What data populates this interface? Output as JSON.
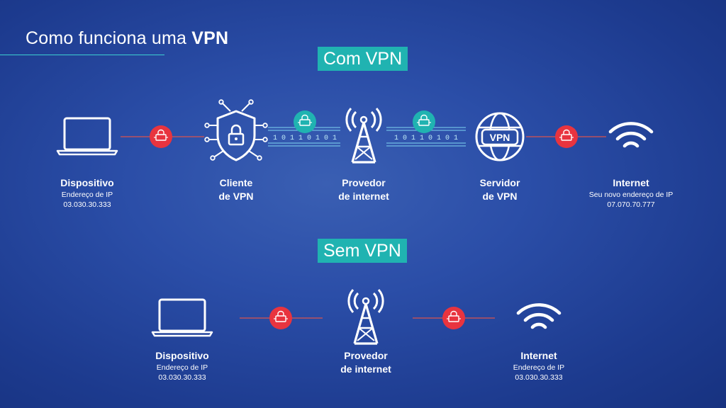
{
  "title": {
    "prefix": "Como funciona uma ",
    "bold": "VPN"
  },
  "with_vpn": {
    "badge": "Com VPN",
    "device": {
      "name": "Dispositivo",
      "sub1": "Endereço de IP",
      "sub2": "03.030.30.333"
    },
    "client": {
      "name1": "Cliente",
      "name2": "de VPN"
    },
    "isp": {
      "name1": "Provedor",
      "name2": "de internet"
    },
    "server": {
      "name1": "Servidor",
      "name2": "de VPN",
      "icon_text": "VPN"
    },
    "internet": {
      "name": "Internet",
      "sub1": "Seu novo endereço de IP",
      "sub2": "07.070.70.777"
    },
    "tunnel_bits": "1 0 1 1 0 1 0 1"
  },
  "without_vpn": {
    "badge": "Sem VPN",
    "device": {
      "name": "Dispositivo",
      "sub1": "Endereço de IP",
      "sub2": "03.030.30.333"
    },
    "isp": {
      "name1": "Provedor",
      "name2": "de internet"
    },
    "internet": {
      "name": "Internet",
      "sub1": "Endereço de IP",
      "sub2": "03.030.30.333"
    }
  },
  "colors": {
    "accent": "#20b3b1",
    "danger": "#e8343f",
    "line_red": "#d9534f",
    "tunnel": "#7fd6f2"
  },
  "icons": [
    "laptop-icon",
    "shield-lock-icon",
    "antenna-tower-icon",
    "vpn-globe-icon",
    "wifi-icon",
    "data-packet-icon"
  ]
}
